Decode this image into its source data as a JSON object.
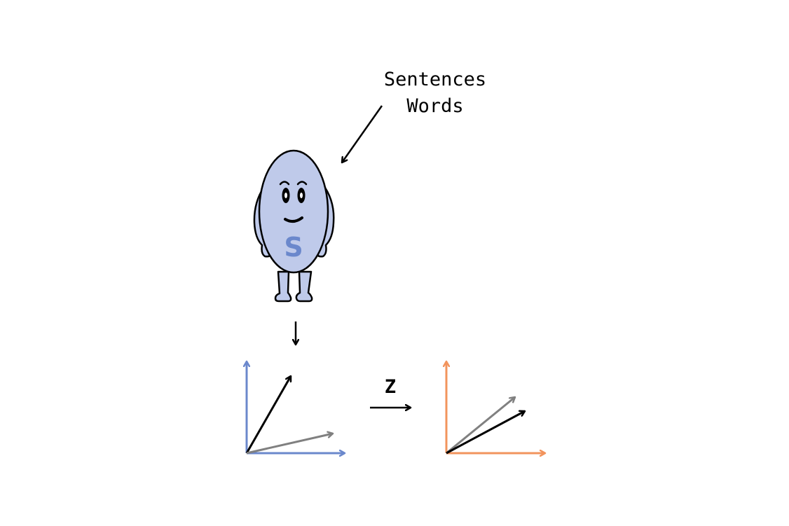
{
  "input_labels": [
    "Sentences",
    "Words"
  ],
  "character": {
    "letter": "S",
    "body_color": "#bfcaea",
    "letter_color": "#6b88cc"
  },
  "transform_label": "Z",
  "colors": {
    "source_axes": "#6b88cc",
    "target_axes": "#f2945d",
    "vector_primary": "#000000",
    "vector_secondary": "#808080"
  }
}
